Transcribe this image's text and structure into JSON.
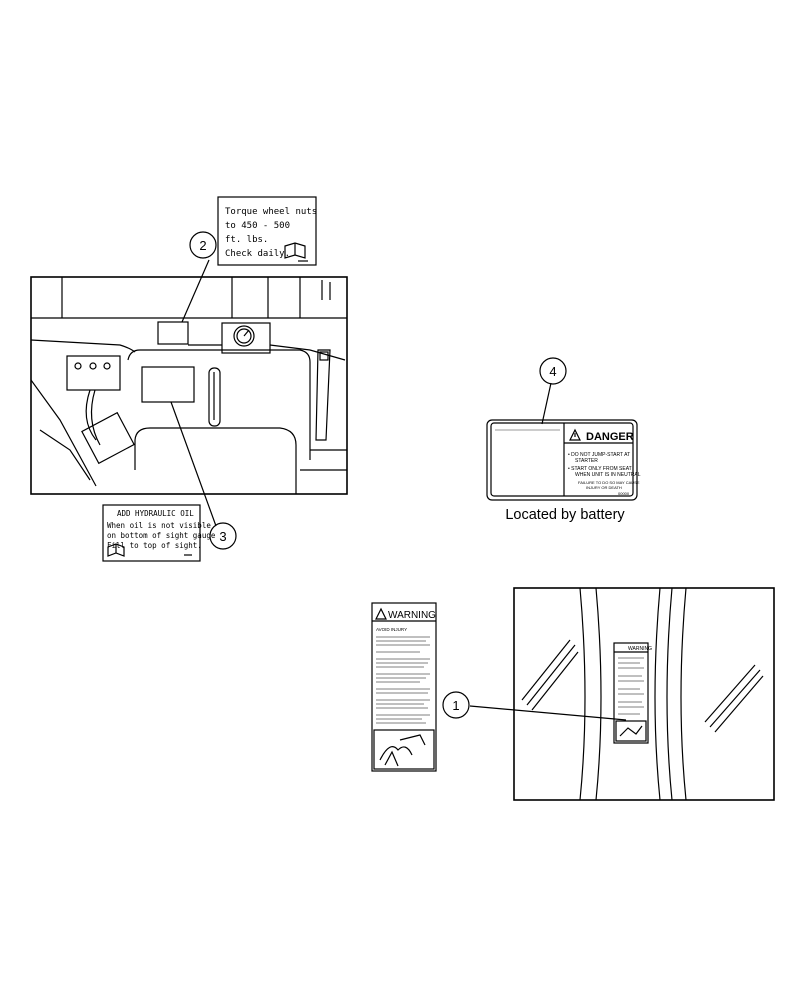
{
  "callouts": {
    "c1": "1",
    "c2": "2",
    "c3": "3",
    "c4": "4"
  },
  "decal_torque": {
    "line1": "Torque wheel nuts",
    "line2": "to 450 - 500",
    "line3": "ft. lbs.",
    "line4": "Check daily."
  },
  "decal_hydraulic": {
    "title": "ADD HYDRAULIC OIL",
    "line1": "When oil is not visible",
    "line2": "on bottom of sight gauge",
    "line3": "Fill to top of sight."
  },
  "decal_danger": {
    "title": "DANGER",
    "bullet1a": "• DO NOT JUMP-START AT",
    "bullet1b": "STARTER",
    "bullet2a": "• START ONLY FROM SEAT",
    "bullet2b": "WHEN UNIT IS IN NEUTRAL",
    "foot1": "FAILURE TO DO SO MAY CAUSE",
    "foot2": "INJURY OR DEATH",
    "code": "00000"
  },
  "danger_caption": "Located by battery",
  "decal_warning": {
    "title": "WARNING",
    "sub": "AVOID INJURY"
  },
  "icons": {
    "manual": "book-icon",
    "alert": "warning-triangle-icon"
  }
}
